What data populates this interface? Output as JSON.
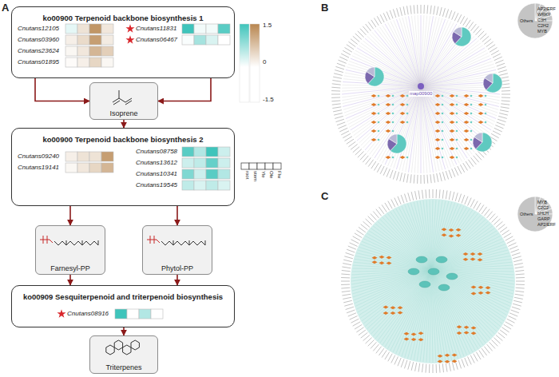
{
  "diagram": {
    "nodes": [
      {
        "text": [
          "ko00900 Terpenoid backbone biosynthesis 1"
        ]
      },
      {
        "text": [
          "Isoprene"
        ]
      },
      {
        "text": [
          "ko00900 Terpenoid backbone biosynthesis 2"
        ]
      },
      {
        "text": [
          "Farnesyl-PP"
        ]
      },
      {
        "text": [
          "Phytol-PP"
        ]
      },
      {
        "text": [
          "ko00909 Sesquiterpenoid and triterpenoid biosynthesis"
        ]
      },
      {
        "text": [
          "Triterpenes"
        ]
      }
    ],
    "edges": [
      {
        "from": 0,
        "to": 1,
        "arrow": "to"
      },
      {
        "from": 0,
        "to": 1,
        "arrow": "to"
      },
      {
        "from": 1,
        "to": 2,
        "arrow": "to"
      },
      {
        "from": 2,
        "to": 3,
        "arrow": "to"
      },
      {
        "from": 2,
        "to": 4,
        "arrow": "to"
      },
      {
        "from": 3,
        "to": 5,
        "arrow": "to"
      },
      {
        "from": 4,
        "to": 5,
        "arrow": "to"
      },
      {
        "from": 5,
        "to": 6,
        "arrow": "to"
      }
    ],
    "labels": [
      "A",
      "B",
      "C",
      "Cnutans12105",
      "Cnutans03960",
      "Cnutans23624",
      "Cnutans01895",
      "Cnutans11831",
      "Cnutans06467",
      "Cnutans09240",
      "Cnutans19141",
      "Cnutans08758",
      "Cnutans13612",
      "Cnutans10341",
      "Cnutans19545",
      "Cnutans08916",
      "root",
      "stem",
      "Yle",
      "Ole",
      "Flw",
      "1.5",
      "0",
      "-1.5",
      "map00900",
      "Others",
      "AP2/ERF",
      "WRKY",
      "C3H",
      "C2H2",
      "MYB",
      "MYB",
      "C2C2",
      "bHLH",
      "GARP",
      "AP2/ERF",
      "Others"
    ]
  }
}
